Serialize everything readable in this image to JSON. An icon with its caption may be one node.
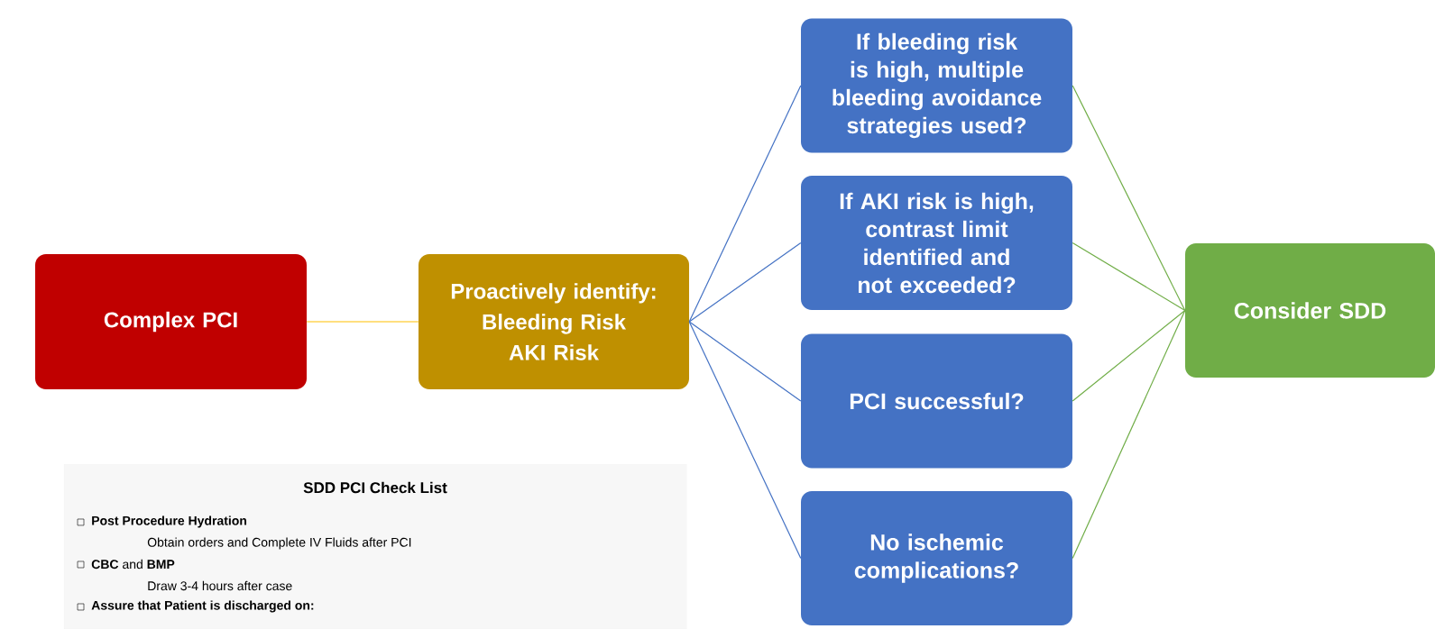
{
  "diagram": {
    "nodes": [
      {
        "text": [
          "Complex PCI"
        ]
      },
      {
        "text": [
          "Proactively identify:",
          "Bleeding Risk",
          "AKI Risk"
        ]
      },
      {
        "text": [
          "If bleeding risk is high, multiple bleeding avoidance strategies used?"
        ]
      },
      {
        "text": [
          "If AKI risk is high, contrast limit identified and not exceeded?"
        ]
      },
      {
        "text": [
          "PCI successful?"
        ]
      },
      {
        "text": [
          "No ischemic complications?"
        ]
      },
      {
        "text": [
          "Consider SDD"
        ]
      },
      {
        "text": [
          "SDD PCI Check List",
          "Post Procedure Hydration",
          "Obtain orders and Complete IV Fluids after PCI",
          "**CBC** and **BMP**",
          "Draw 3-4 hours after case",
          "Assure that Patient is discharged on:"
        ]
      }
    ],
    "edges": [
      {
        "from": 0,
        "to": 1,
        "arrow": "none",
        "color": "#ffc000"
      },
      {
        "from": 1,
        "to": 2,
        "arrow": "none",
        "color": "#4472c4"
      },
      {
        "from": 1,
        "to": 3,
        "arrow": "none",
        "color": "#4472c4"
      },
      {
        "from": 1,
        "to": 4,
        "arrow": "none",
        "color": "#4472c4"
      },
      {
        "from": 1,
        "to": 5,
        "arrow": "none",
        "color": "#4472c4"
      },
      {
        "from": 2,
        "to": 6,
        "arrow": "none",
        "color": "#70ad47"
      },
      {
        "from": 3,
        "to": 6,
        "arrow": "none",
        "color": "#70ad47"
      },
      {
        "from": 4,
        "to": 6,
        "arrow": "none",
        "color": "#70ad47"
      },
      {
        "from": 5,
        "to": 6,
        "arrow": "none",
        "color": "#70ad47"
      }
    ]
  }
}
